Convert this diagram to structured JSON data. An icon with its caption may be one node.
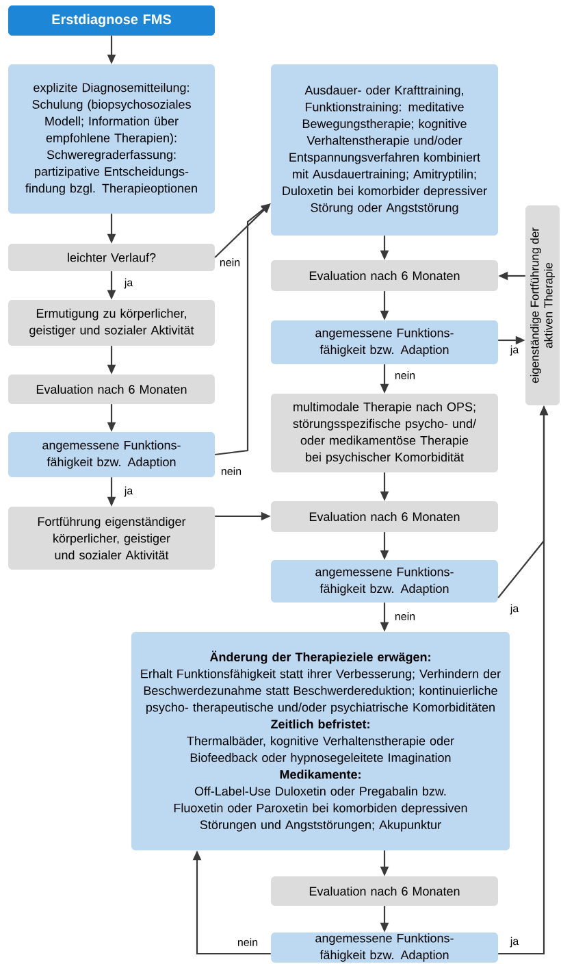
{
  "diagram": {
    "nodes": [
      {
        "text": [
          "Erstdiagnose FMS"
        ]
      },
      {
        "text": [
          "explizite Diagnosemitteilung: Schulung (biopsychosoziales Modell; Information über empfohlene Therapien): Schweregraderfassung: partizipative Entscheidungs- findung bzgl. Therapieoptionen"
        ]
      },
      {
        "text": [
          "leichter Verlauf?"
        ]
      },
      {
        "text": [
          "Ermutigung zu körperlicher, geistiger und sozialer Aktivität"
        ]
      },
      {
        "text": [
          "Evaluation nach 6 Monaten"
        ]
      },
      {
        "text": [
          "angemessene Funktions- fähigkeit bzw. Adaption"
        ]
      },
      {
        "text": [
          "Fortführung eigenständiger körperlicher, geistiger und sozialer Aktivität"
        ]
      },
      {
        "text": [
          "Ausdauer- oder Krafttraining, Funktionstraining: meditative Bewegungstherapie; kognitive Verhaltenstherapie und/oder Entspannungsverfahren kombiniert mit Ausdauertraining; Amitryptilin; Duloxetin bei komorbider depressiver Störung oder Angststörung"
        ]
      },
      {
        "text": [
          "Evaluation nach 6 Monaten"
        ]
      },
      {
        "text": [
          "angemessene Funktions- fähigkeit bzw. Adaption"
        ]
      },
      {
        "text": [
          "multimodale Therapie nach OPS; störungsspezifische psycho- und/ oder medikamentöse Therapie bei psychischer Komorbidität"
        ]
      },
      {
        "text": [
          "Evaluation nach 6 Monaten"
        ]
      },
      {
        "text": [
          "angemessene Funktions- fähigkeit bzw. Adaption"
        ]
      },
      {
        "text": [
          "Änderung der Therapieziele erwägen:",
          "Erhalt Funktionsfähigkeit statt ihrer Verbesserung; Verhindern der Beschwerdezunahme statt Beschwerdereduktion; kontinuierliche psycho- therapeutische und/oder psychiatrische Komorbiditäten",
          "Zeitlich befristet:",
          "Thermalbäder, kognitive Verhaltenstherapie oder Biofeedback oder hypnosegeleitete Imagination",
          "Medikamente:",
          "Off-Label-Use Duloxetin oder Pregabalin bzw. Fluoxetin oder Paroxetin bei komorbiden depressiven Störungen und Angststörungen; Akupunktur"
        ]
      },
      {
        "text": [
          "Evaluation nach 6 Monaten"
        ]
      },
      {
        "text": [
          "angemessene Funktions- fähigkeit bzw. Adaption"
        ]
      },
      {
        "text": [
          "eigenständige Fortführung der aktiven Therapie"
        ]
      }
    ],
    "edges": [
      {
        "from": 0,
        "to": 1,
        "arrow": "to"
      },
      {
        "from": 1,
        "to": 2,
        "arrow": "to"
      },
      {
        "from": 2,
        "to": 3,
        "arrow": "to",
        "label": "ja"
      },
      {
        "from": 3,
        "to": 4,
        "arrow": "to"
      },
      {
        "from": 4,
        "to": 5,
        "arrow": "to"
      },
      {
        "from": 5,
        "to": 6,
        "arrow": "to",
        "label": "ja"
      },
      {
        "from": 2,
        "to": 7,
        "arrow": "to",
        "label": "nein"
      },
      {
        "from": 5,
        "to": 7,
        "arrow": "to",
        "label": "nein"
      },
      {
        "from": 6,
        "to": 11,
        "arrow": "to"
      },
      {
        "from": 7,
        "to": 8,
        "arrow": "to"
      },
      {
        "from": 8,
        "to": 9,
        "arrow": "to"
      },
      {
        "from": 9,
        "to": 16,
        "arrow": "to",
        "label": "ja"
      },
      {
        "from": 9,
        "to": 10,
        "arrow": "to",
        "label": "nein"
      },
      {
        "from": 10,
        "to": 11,
        "arrow": "to"
      },
      {
        "from": 11,
        "to": 12,
        "arrow": "to"
      },
      {
        "from": 12,
        "to": 16,
        "arrow": "to",
        "label": "ja"
      },
      {
        "from": 16,
        "to": 8,
        "arrow": "to"
      },
      {
        "from": 12,
        "to": 13,
        "arrow": "to",
        "label": "nein"
      },
      {
        "from": 13,
        "to": 14,
        "arrow": "to"
      },
      {
        "from": 14,
        "to": 15,
        "arrow": "to"
      },
      {
        "from": 15,
        "to": 13,
        "arrow": "to",
        "label": "nein"
      },
      {
        "from": 15,
        "to": 16,
        "arrow": "to",
        "label": "ja"
      }
    ]
  }
}
